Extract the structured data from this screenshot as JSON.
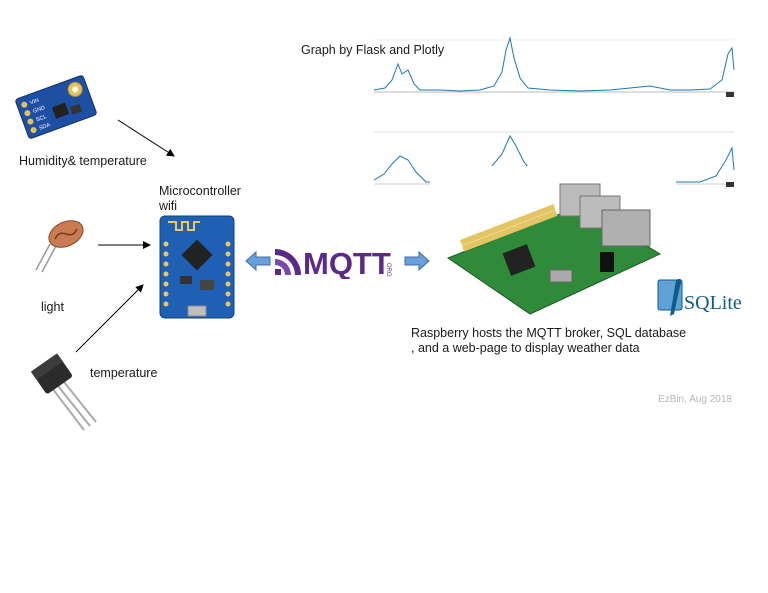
{
  "labels": {
    "humidity": "Humidity& temperature",
    "light": "light",
    "temperature": "temperature",
    "microcontroller_line1": "Microcontroller",
    "microcontroller_line2": "wifi",
    "graph_caption": "Graph by Flask and Plotly",
    "raspberry_line1": "Raspberry hosts the MQTT broker, SQL database",
    "raspberry_line2": ", and a web-page to display weather data",
    "credit": "EzBin, Aug 2018"
  },
  "logos": {
    "mqtt": "MQTT",
    "mqtt_suffix": "ORG",
    "sqlite": "SQLite"
  },
  "sensor_pins": [
    "VIN",
    "GND",
    "SCL",
    "SDA"
  ],
  "colors": {
    "board_blue": "#1f5fb4",
    "mqtt_purple": "#5b2a86",
    "arrow_fill": "#6a9fd9",
    "pcb_green": "#2f8a3a",
    "sqlite_blue": "#0f5b8a"
  }
}
